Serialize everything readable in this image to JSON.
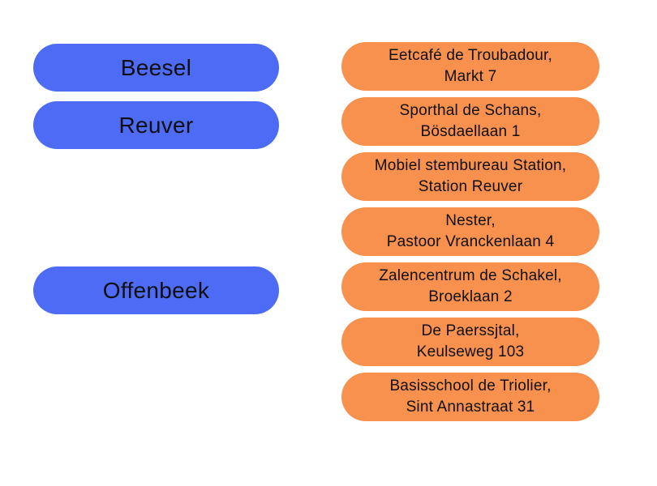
{
  "colors": {
    "background": "#FFFFFF",
    "left_pill": "#4D6BF5",
    "right_pill": "#F7914D",
    "text": "#101010"
  },
  "left_items": [
    {
      "label": "Beesel"
    },
    {
      "label": "Reuver"
    },
    {
      "label": "Offenbeek"
    }
  ],
  "right_items": [
    {
      "line1": "Eetcafé de Troubadour,",
      "line2": "Markt 7"
    },
    {
      "line1": "Sporthal de Schans,",
      "line2": "Bösdaellaan 1"
    },
    {
      "line1": "Mobiel stembureau Station,",
      "line2": "Station Reuver"
    },
    {
      "line1": "Nester,",
      "line2": "Pastoor Vranckenlaan 4"
    },
    {
      "line1": "Zalencentrum de Schakel,",
      "line2": "Broeklaan 2"
    },
    {
      "line1": "De Paerssjtal,",
      "line2": "Keulseweg 103"
    },
    {
      "line1": "Basisschool de Triolier,",
      "line2": "Sint Annastraat 31"
    }
  ]
}
